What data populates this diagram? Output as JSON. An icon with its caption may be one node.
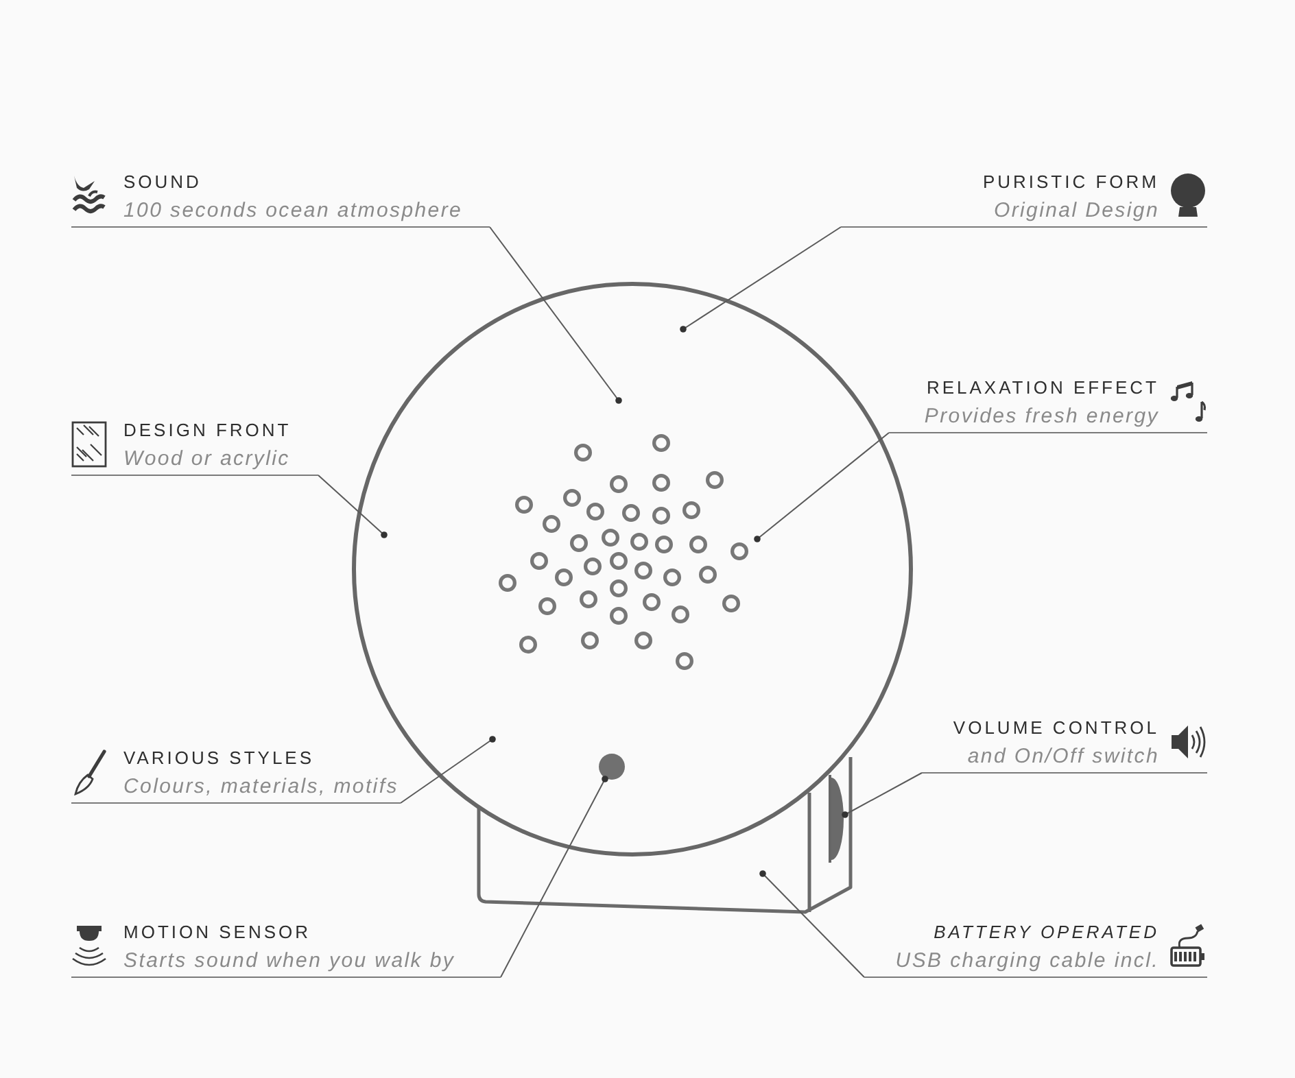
{
  "diagram": {
    "nodes": [
      {
        "text": [
          "SOUND",
          "100 seconds ocean atmosphere"
        ]
      },
      {
        "text": [
          "PURISTIC FORM",
          "Original Design"
        ]
      },
      {
        "text": [
          "RELAXATION EFFECT",
          "Provides fresh energy"
        ]
      },
      {
        "text": [
          "DESIGN FRONT",
          "Wood or acrylic"
        ]
      },
      {
        "text": [
          "VARIOUS STYLES",
          "Colours, materials, motifs"
        ]
      },
      {
        "text": [
          "VOLUME CONTROL",
          "and On/Off switch"
        ]
      },
      {
        "text": [
          "MOTION SENSOR",
          "Starts sound when you walk by"
        ]
      },
      {
        "text": [
          "BATTERY OPERATED",
          "USB charging cable incl."
        ]
      },
      {
        "text": [],
        "shape": "circle"
      },
      {
        "text": [],
        "shape": "circle",
        "in": 8
      },
      {
        "text": [],
        "shape": "box"
      },
      {
        "text": [],
        "shape": "wheel",
        "in": 10
      }
    ],
    "edges": [
      {
        "from": 0,
        "to": 8,
        "arrow": "other"
      },
      {
        "from": 1,
        "to": 8,
        "arrow": "other"
      },
      {
        "from": 2,
        "to": 8,
        "arrow": "other"
      },
      {
        "from": 3,
        "to": 8,
        "arrow": "other"
      },
      {
        "from": 4,
        "to": 8,
        "arrow": "other"
      },
      {
        "from": 5,
        "to": 11,
        "arrow": "other"
      },
      {
        "from": 6,
        "to": 9,
        "arrow": "other"
      },
      {
        "from": 7,
        "to": 10,
        "arrow": "other"
      }
    ]
  }
}
